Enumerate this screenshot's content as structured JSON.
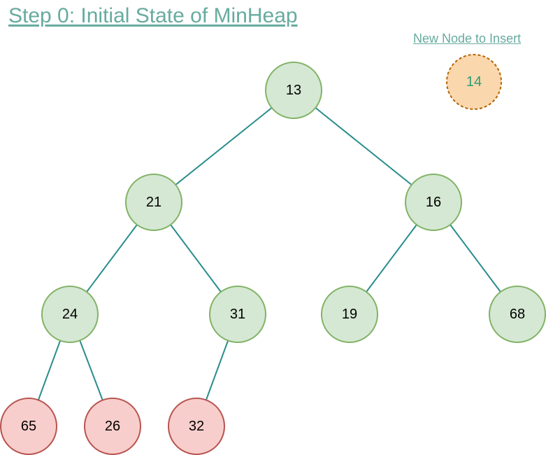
{
  "title": "Step 0: Initial State of MinHeap",
  "new_node": {
    "label": "New Node to Insert",
    "value": "14"
  },
  "colors": {
    "accent": "#67AB9F",
    "heap_fill": "#D5E8D4",
    "heap_stroke": "#82B366",
    "leaf_fill": "#F8CECC",
    "leaf_stroke": "#B85450",
    "new_fill": "#FAD7AC",
    "new_stroke": "#B46504",
    "new_text": "#2D9D78",
    "edge": "#2A8C8C"
  },
  "nodes": [
    {
      "id": "n13",
      "value": "13",
      "kind": "heap"
    },
    {
      "id": "n21",
      "value": "21",
      "kind": "heap"
    },
    {
      "id": "n16",
      "value": "16",
      "kind": "heap"
    },
    {
      "id": "n24",
      "value": "24",
      "kind": "heap"
    },
    {
      "id": "n31",
      "value": "31",
      "kind": "heap"
    },
    {
      "id": "n19",
      "value": "19",
      "kind": "heap"
    },
    {
      "id": "n68",
      "value": "68",
      "kind": "heap"
    },
    {
      "id": "n65",
      "value": "65",
      "kind": "leaf"
    },
    {
      "id": "n26",
      "value": "26",
      "kind": "leaf"
    },
    {
      "id": "n32",
      "value": "32",
      "kind": "leaf"
    }
  ],
  "edges": [
    [
      "n13",
      "n21"
    ],
    [
      "n13",
      "n16"
    ],
    [
      "n21",
      "n24"
    ],
    [
      "n21",
      "n31"
    ],
    [
      "n16",
      "n19"
    ],
    [
      "n16",
      "n68"
    ],
    [
      "n24",
      "n65"
    ],
    [
      "n24",
      "n26"
    ],
    [
      "n31",
      "n32"
    ]
  ]
}
